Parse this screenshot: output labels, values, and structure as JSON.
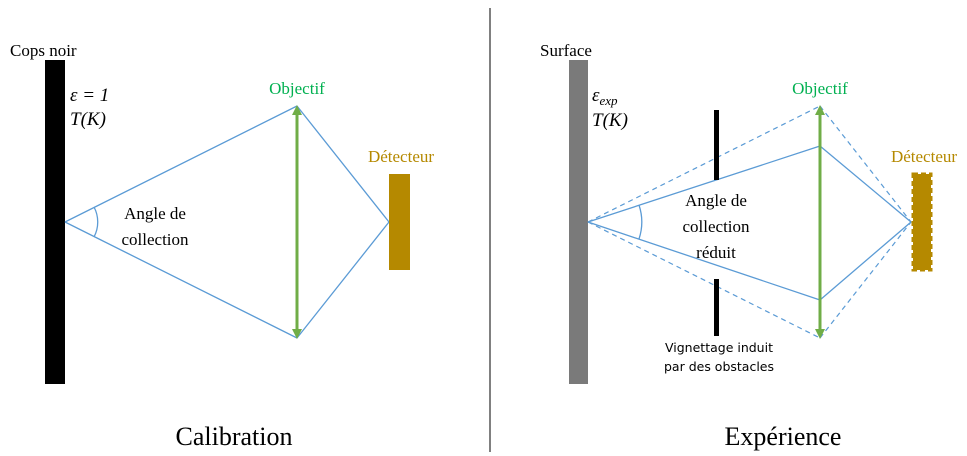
{
  "colors": {
    "blackbody": "#000000",
    "surface": "#7a7a7a",
    "ray": "#5b9bd5",
    "lens": "#70ad47",
    "lens_label": "#00b050",
    "detector": "#b58900",
    "divider": "#000000",
    "obstacle": "#000000"
  },
  "left": {
    "body_label": "Cops noir",
    "emissivity": "ε = 1",
    "temperature": "T(K)",
    "lens_label": "Objectif",
    "detector_label": "Détecteur",
    "angle_label_line1": "Angle de",
    "angle_label_line2": "collection",
    "caption": "Calibration"
  },
  "right": {
    "body_label": "Surface",
    "emissivity_symbol": "ε",
    "emissivity_subscript": "exp",
    "temperature": "T(K)",
    "lens_label": "Objectif",
    "detector_label": "Détecteur",
    "angle_label_line1": "Angle de",
    "angle_label_line2": "collection",
    "angle_label_line3": "réduit",
    "obstacle_note_line1": "Vignettage induit",
    "obstacle_note_line2": "par des obstacles",
    "caption": "Expérience"
  }
}
